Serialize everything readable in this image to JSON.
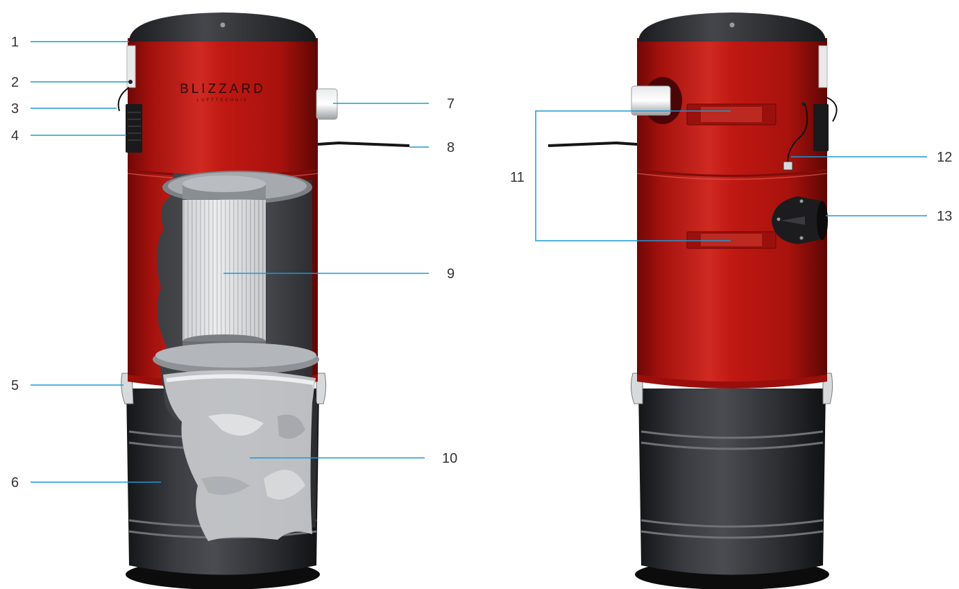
{
  "diagram": {
    "brand": {
      "name": "BLIZZARD",
      "tagline": "LUFTTECHNIK"
    },
    "colors": {
      "leader_line": "#1a9ad6",
      "body_red": "#b3140f",
      "drum_dark": "#2b2d31",
      "lid_dark": "#2e2f33"
    },
    "callouts": [
      {
        "id": "1",
        "label": "1"
      },
      {
        "id": "2",
        "label": "2"
      },
      {
        "id": "3",
        "label": "3"
      },
      {
        "id": "4",
        "label": "4"
      },
      {
        "id": "5",
        "label": "5"
      },
      {
        "id": "6",
        "label": "6"
      },
      {
        "id": "7",
        "label": "7"
      },
      {
        "id": "8",
        "label": "8"
      },
      {
        "id": "9",
        "label": "9"
      },
      {
        "id": "10",
        "label": "10"
      },
      {
        "id": "11",
        "label": "11"
      },
      {
        "id": "12",
        "label": "12"
      },
      {
        "id": "13",
        "label": "13"
      }
    ]
  }
}
